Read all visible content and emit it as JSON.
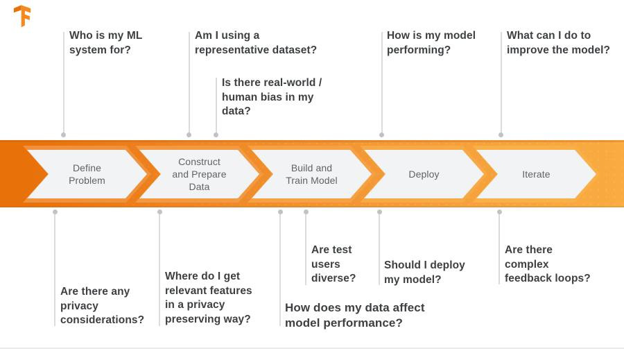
{
  "logo": {
    "name": "tensorflow-logo"
  },
  "colors": {
    "band_left": "#E8710A",
    "band_right": "#F9AC42",
    "chevron_fill": "#F1F3F4",
    "chevron_borders": [
      "#F0913C",
      "#F29941",
      "#F5A144",
      "#F7A946",
      "#F9B048"
    ],
    "question_text": "#3C4043",
    "stage_text": "#5F6368",
    "connector_line": "#DADCE0",
    "connector_dot": "#BFC3C7"
  },
  "stages": [
    {
      "label": "Define\nProblem"
    },
    {
      "label": "Construct\nand Prepare\nData"
    },
    {
      "label": "Build and\nTrain Model"
    },
    {
      "label": "Deploy"
    },
    {
      "label": "Iterate"
    }
  ],
  "questions_top": [
    {
      "text": "Who is my ML\nsystem for?"
    },
    {
      "text": "Am I using a\nrepresentative dataset?"
    },
    {
      "text": "Is there real-world /\nhuman bias in my\ndata?"
    },
    {
      "text": "How is my model\nperforming?"
    },
    {
      "text": "What can I do to\nimprove the model?"
    }
  ],
  "questions_bottom": [
    {
      "text": "Are there any\nprivacy\nconsiderations?"
    },
    {
      "text": "Where do I get\nrelevant features\nin a privacy\npreserving way?"
    },
    {
      "text": "How does my data affect\nmodel performance?"
    },
    {
      "text": "Are test\nusers\ndiverse?"
    },
    {
      "text": "Should I deploy\nmy model?"
    },
    {
      "text": "Are there\ncomplex\nfeedback loops?"
    }
  ]
}
